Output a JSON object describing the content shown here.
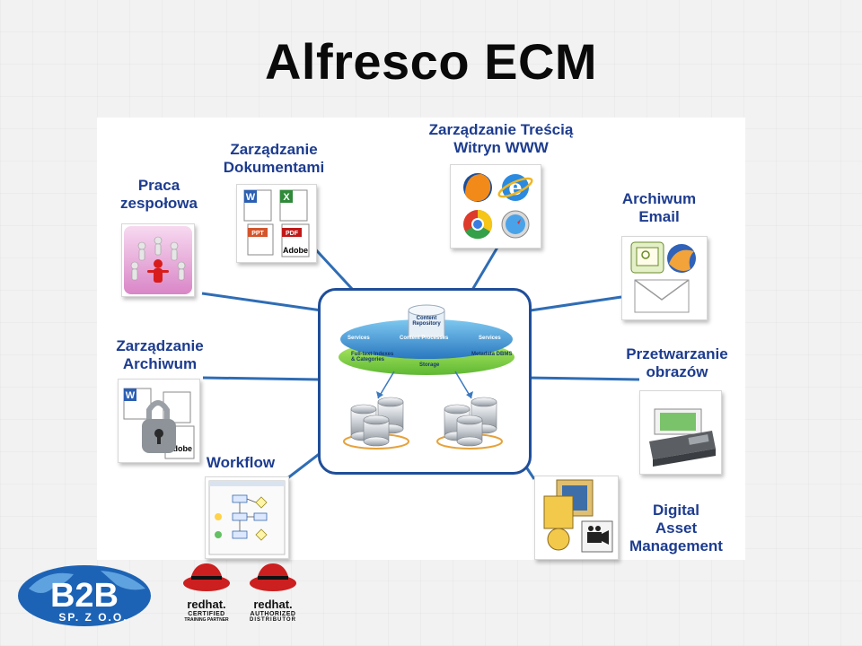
{
  "slide": {
    "title": "Alfresco ECM"
  },
  "diagram": {
    "nodes": {
      "praca": [
        "Praca",
        "zespołowa"
      ],
      "dokumenty": [
        "Zarządzanie",
        "Dokumentami"
      ],
      "www": [
        "Zarządzanie Treścią",
        "Witryn WWW"
      ],
      "email": [
        "Archiwum",
        "Email"
      ],
      "archiwum": [
        "Zarządzanie",
        "Archiwum"
      ],
      "obrazy": [
        "Przetwarzanie",
        "obrazów"
      ],
      "workflow": [
        "Workflow"
      ],
      "dam": [
        "Digital",
        "Asset",
        "Management"
      ]
    },
    "hub": {
      "repository": [
        "Content",
        "Repository"
      ],
      "services_left": "Services",
      "content_processes": "Content Processes",
      "services_right": "Services",
      "fulltext": [
        "Full-text Indexes",
        "& Categories"
      ],
      "storage": "Storage",
      "metadata": "Metadata DBMS"
    },
    "doc_icons": {
      "word": "W",
      "excel": "X",
      "ppt": "PPT",
      "pdf": "PDF",
      "adobe": "Adobe"
    },
    "colors": {
      "label_blue": "#1d3c8f",
      "connector_blue": "#2f6db5",
      "hub_border": "#1f4e9a"
    }
  },
  "footer": {
    "b2b_logo": [
      "B2B",
      "SP. Z O.O."
    ],
    "redhat_certified": [
      "redhat.",
      "CERTIFIED",
      "TRAINING PARTNER"
    ],
    "redhat_authorized": [
      "redhat.",
      "AUTHORIZED",
      "DISTRIBUTOR"
    ]
  }
}
